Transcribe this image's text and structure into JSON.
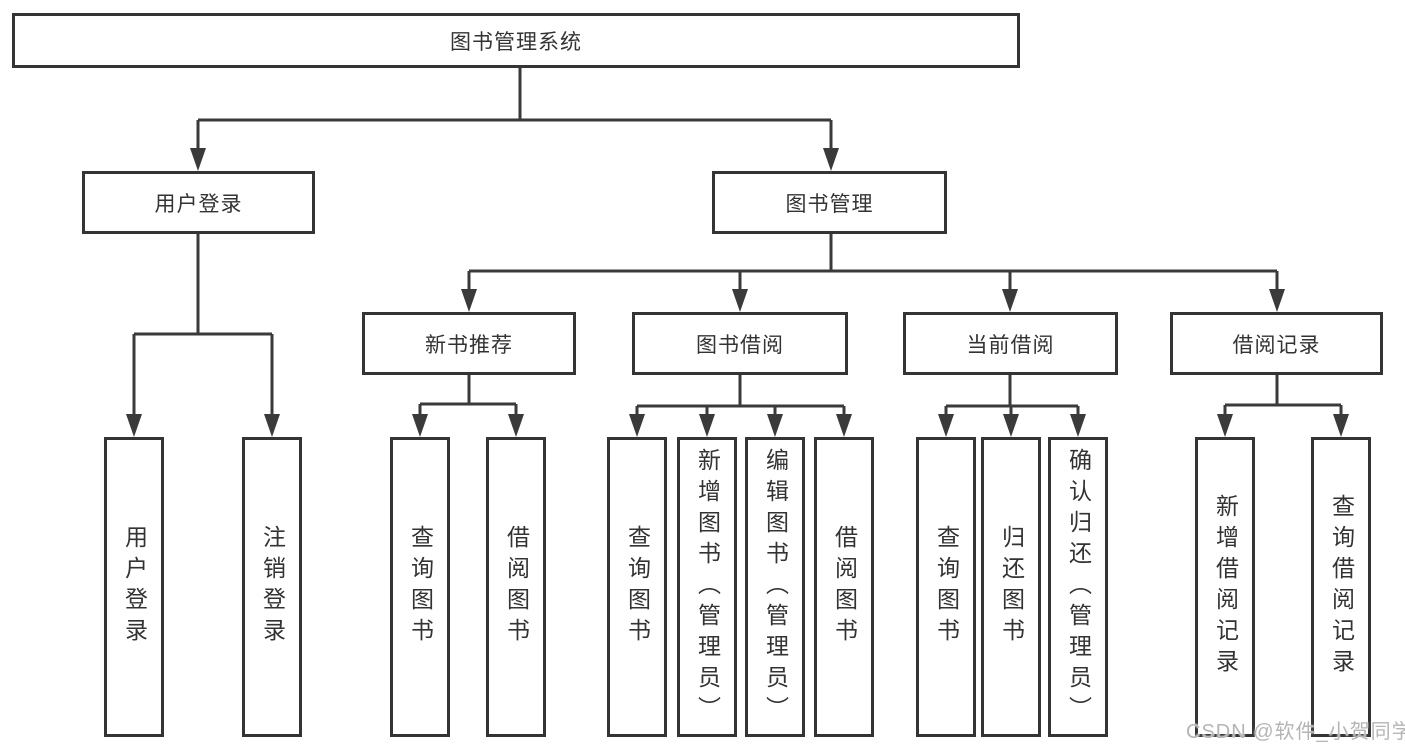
{
  "colors": {
    "background": "#ffffff",
    "line": "#3a3a3a",
    "box_border": "#343434",
    "text": "#333333",
    "watermark": "#b5b5b5"
  },
  "watermark": "CSDN @软件_小贺同学",
  "tree": {
    "label": "图书管理系统",
    "children": [
      {
        "label": "用户登录",
        "children": [
          {
            "label": "用户登录"
          },
          {
            "label": "注销登录"
          }
        ]
      },
      {
        "label": "图书管理",
        "children": [
          {
            "label": "新书推荐",
            "children": [
              {
                "label": "查询图书"
              },
              {
                "label": "借阅图书"
              }
            ]
          },
          {
            "label": "图书借阅",
            "children": [
              {
                "label": "查询图书"
              },
              {
                "label": "新增图书（管理员）"
              },
              {
                "label": "编辑图书（管理员）"
              },
              {
                "label": "借阅图书"
              }
            ]
          },
          {
            "label": "当前借阅",
            "children": [
              {
                "label": "查询图书"
              },
              {
                "label": "归还图书"
              },
              {
                "label": "确认归还（管理员）"
              }
            ]
          },
          {
            "label": "借阅记录",
            "children": [
              {
                "label": "新增借阅记录"
              },
              {
                "label": "查询借阅记录"
              }
            ]
          }
        ]
      }
    ]
  }
}
